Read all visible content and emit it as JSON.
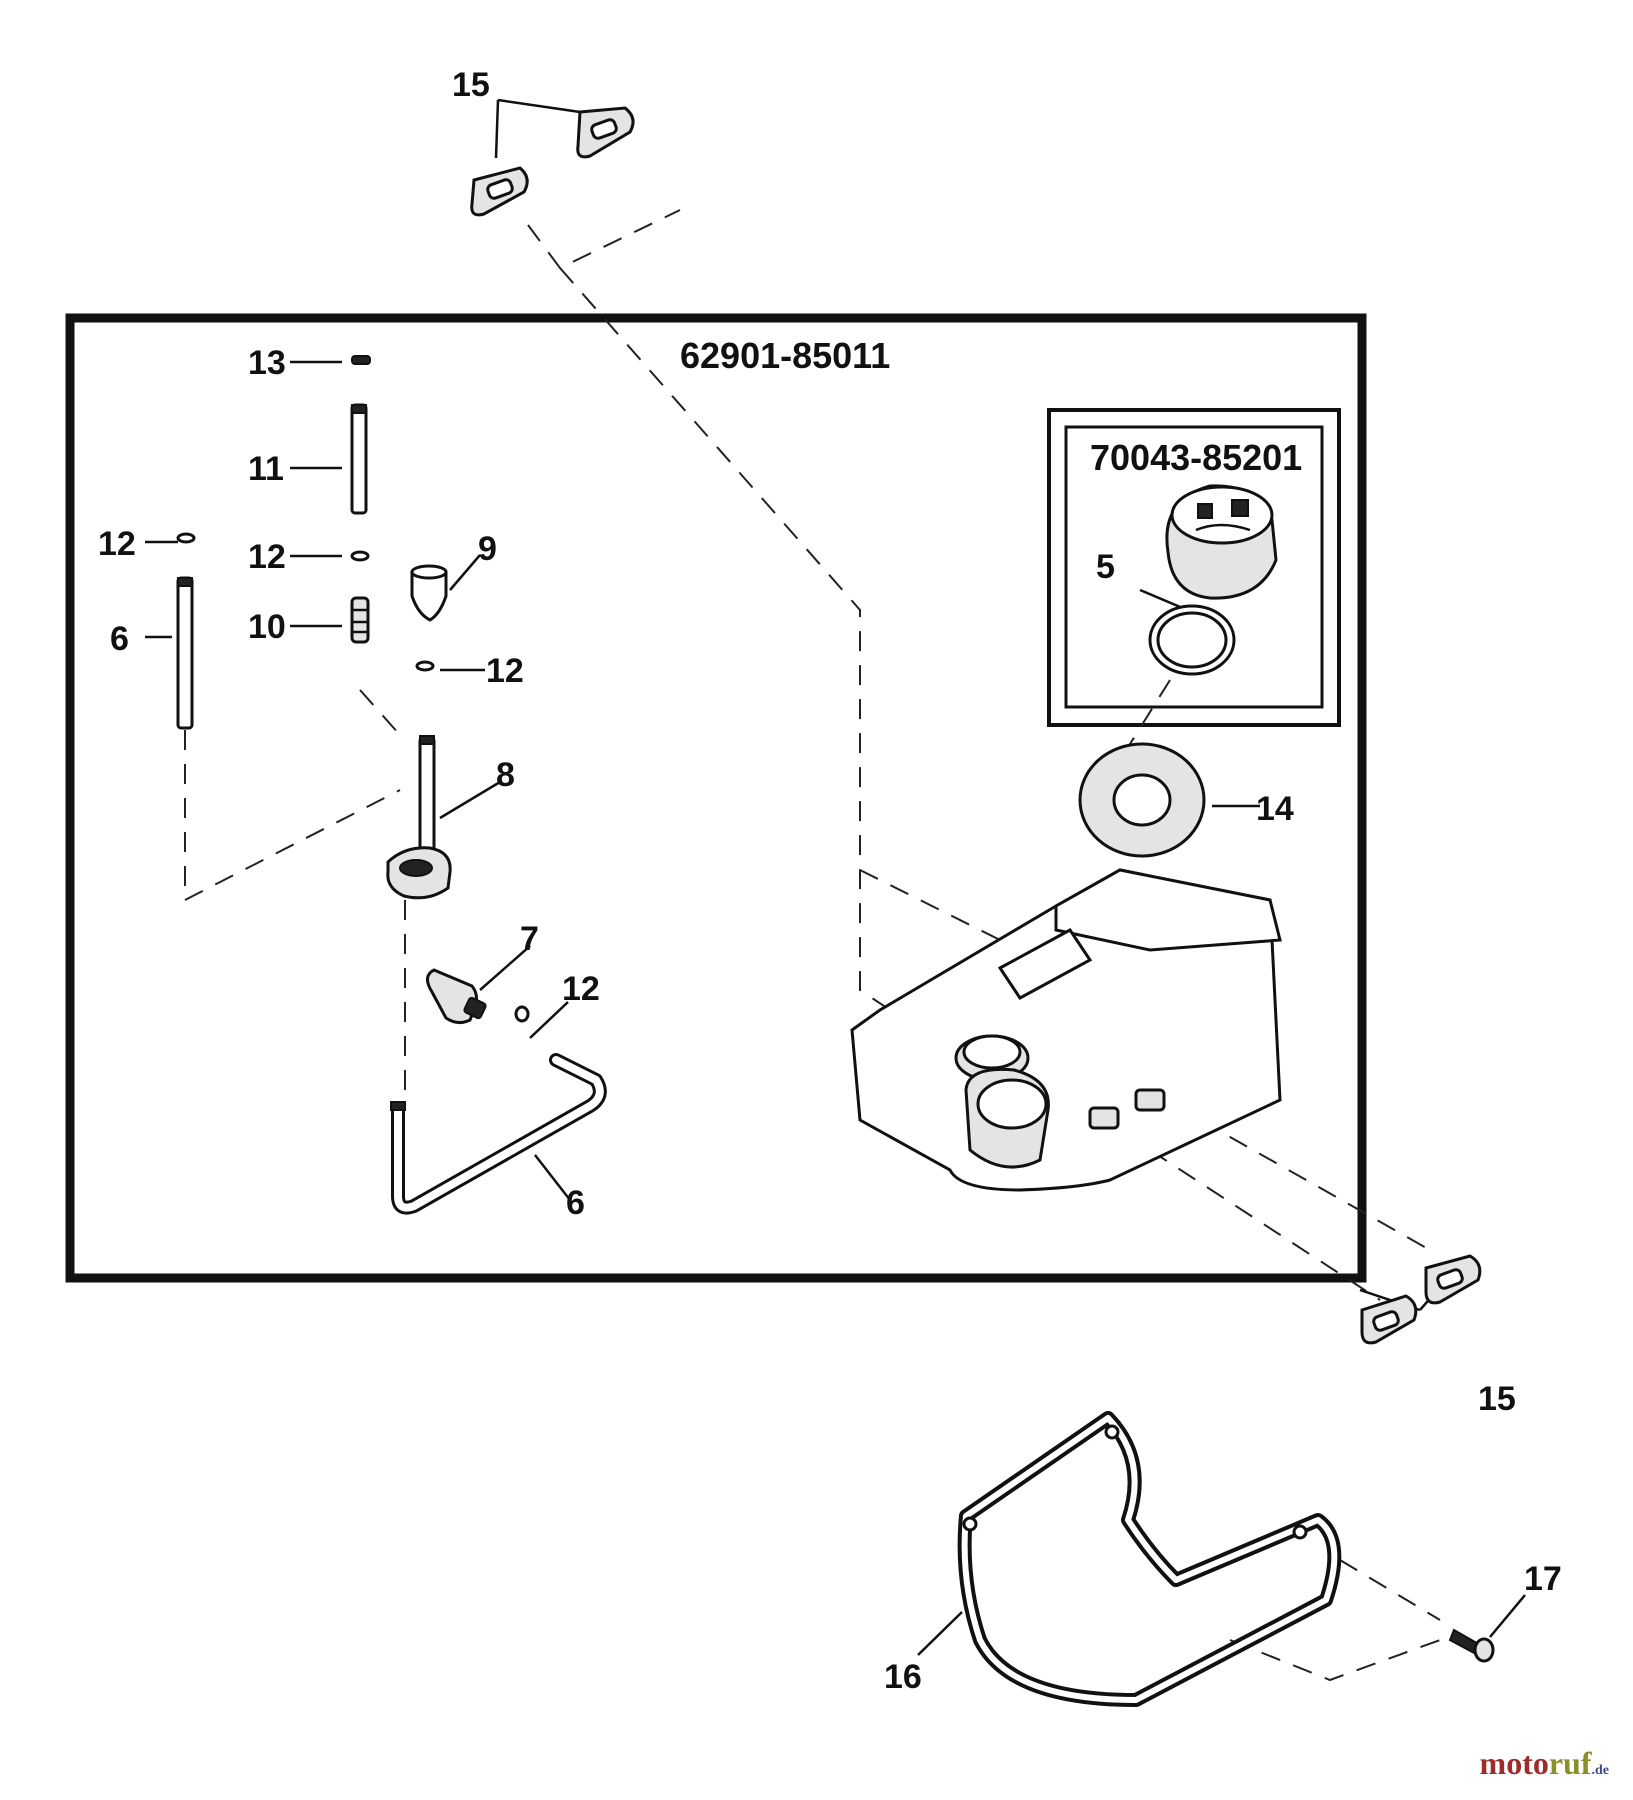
{
  "kits": {
    "main": "62901-85011",
    "cap": "70043-85201"
  },
  "callouts": {
    "c15_top": "15",
    "c13": "13",
    "c11": "11",
    "c12_a": "12",
    "c12_b": "12",
    "c12_c": "12",
    "c12_d": "12",
    "c6_a": "6",
    "c6_b": "6",
    "c10": "10",
    "c9": "9",
    "c8": "8",
    "c7": "7",
    "c5": "5",
    "c14": "14",
    "c15_bottom": "15",
    "c16": "16",
    "c17": "17"
  },
  "watermark": {
    "part1": "moto",
    "part2": "ruf",
    "part3": ".de"
  }
}
